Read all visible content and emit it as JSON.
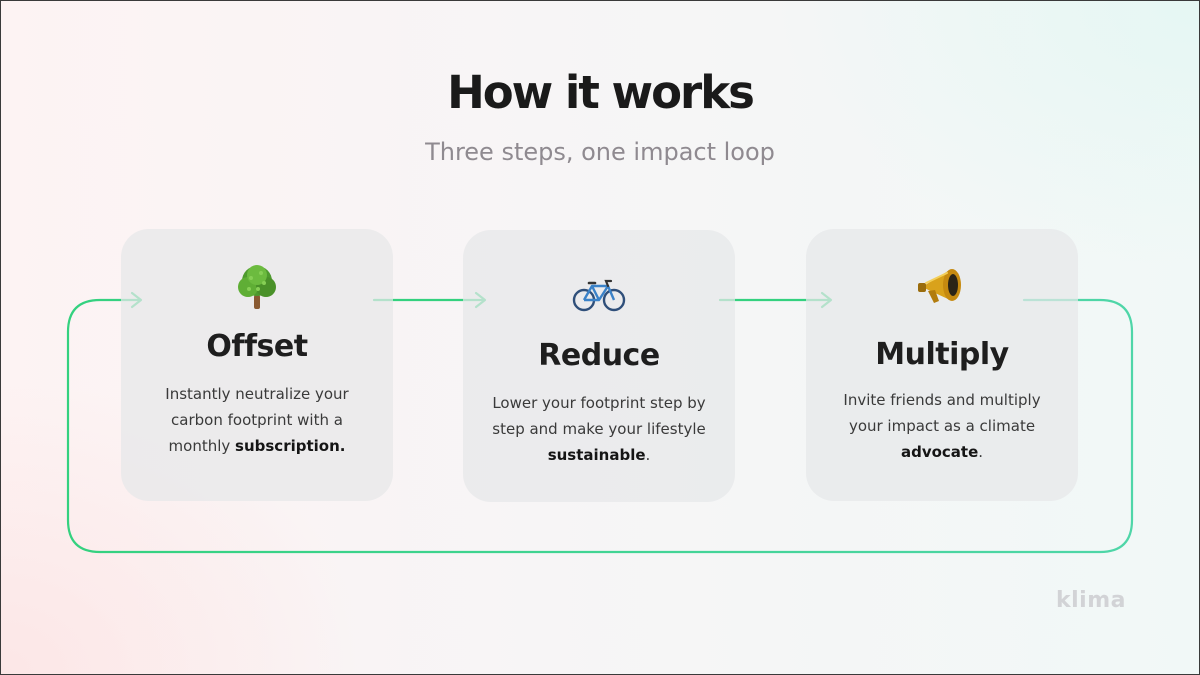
{
  "header": {
    "title": "How it works",
    "subtitle": "Three steps, one impact loop"
  },
  "steps": [
    {
      "icon": "tree-icon",
      "title": "Offset",
      "line1": "Instantly neutralize your",
      "line2": "carbon footprint with a",
      "line3_prefix": "monthly ",
      "line3_bold": "subscription.",
      "line3_suffix": ""
    },
    {
      "icon": "bicycle-icon",
      "title": "Reduce",
      "line1": "Lower your footprint step by",
      "line2": "step and make your lifestyle",
      "line3_prefix": "",
      "line3_bold": "sustainable",
      "line3_suffix": "."
    },
    {
      "icon": "megaphone-icon",
      "title": "Multiply",
      "line1": "Invite friends and multiply",
      "line2": "your impact as a climate",
      "line3_prefix": "",
      "line3_bold": "advocate",
      "line3_suffix": "."
    }
  ],
  "brand": {
    "logo_text": "klima"
  },
  "colors": {
    "accent_green": "#2ecf8c"
  }
}
